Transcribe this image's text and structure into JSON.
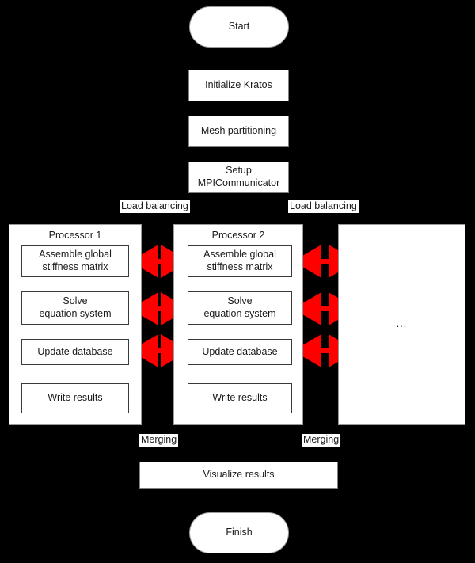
{
  "diagram": {
    "title": "Kratos MPI parallel simulation flowchart",
    "background_color": "#000000",
    "node_fill": "#ffffff",
    "node_text_color": "#1a1a1a",
    "arrow_color": "#000000",
    "exchange_arrow_color": "#ff0000"
  },
  "flow": {
    "start": "Start",
    "initialize": "Initialize Kratos",
    "mesh_partitioning": "Mesh partitioning",
    "setup_mpi": "Setup\nMPICommunicator",
    "visualize": "Visualize results",
    "finish": "Finish"
  },
  "edge_labels": {
    "load_balancing_left": "Load balancing",
    "load_balancing_right": "Load balancing",
    "merging_left": "Merging",
    "merging_right": "Merging"
  },
  "panels": [
    {
      "title": "Processor 1",
      "steps": [
        "Assemble global\nstiffness matrix",
        "Solve\nequation system",
        "Update database",
        "Write results"
      ]
    },
    {
      "title": "Processor 2",
      "steps": [
        "Assemble global\nstiffness matrix",
        "Solve\nequation system",
        "Update database",
        "Write results"
      ]
    },
    {
      "title": "",
      "ellipsis": "...",
      "steps": []
    }
  ],
  "exchange_arrows": [
    {
      "label": "assemble-exchange-left",
      "between": [
        "Processor 1",
        "Processor 2"
      ]
    },
    {
      "label": "solve-exchange-left",
      "between": [
        "Processor 1",
        "Processor 2"
      ]
    },
    {
      "label": "update-exchange-left",
      "between": [
        "Processor 1",
        "Processor 2"
      ]
    },
    {
      "label": "assemble-exchange-right",
      "between": [
        "Processor 2",
        "..."
      ]
    },
    {
      "label": "solve-exchange-right",
      "between": [
        "Processor 2",
        "..."
      ]
    },
    {
      "label": "update-exchange-right",
      "between": [
        "Processor 2",
        "..."
      ]
    }
  ]
}
